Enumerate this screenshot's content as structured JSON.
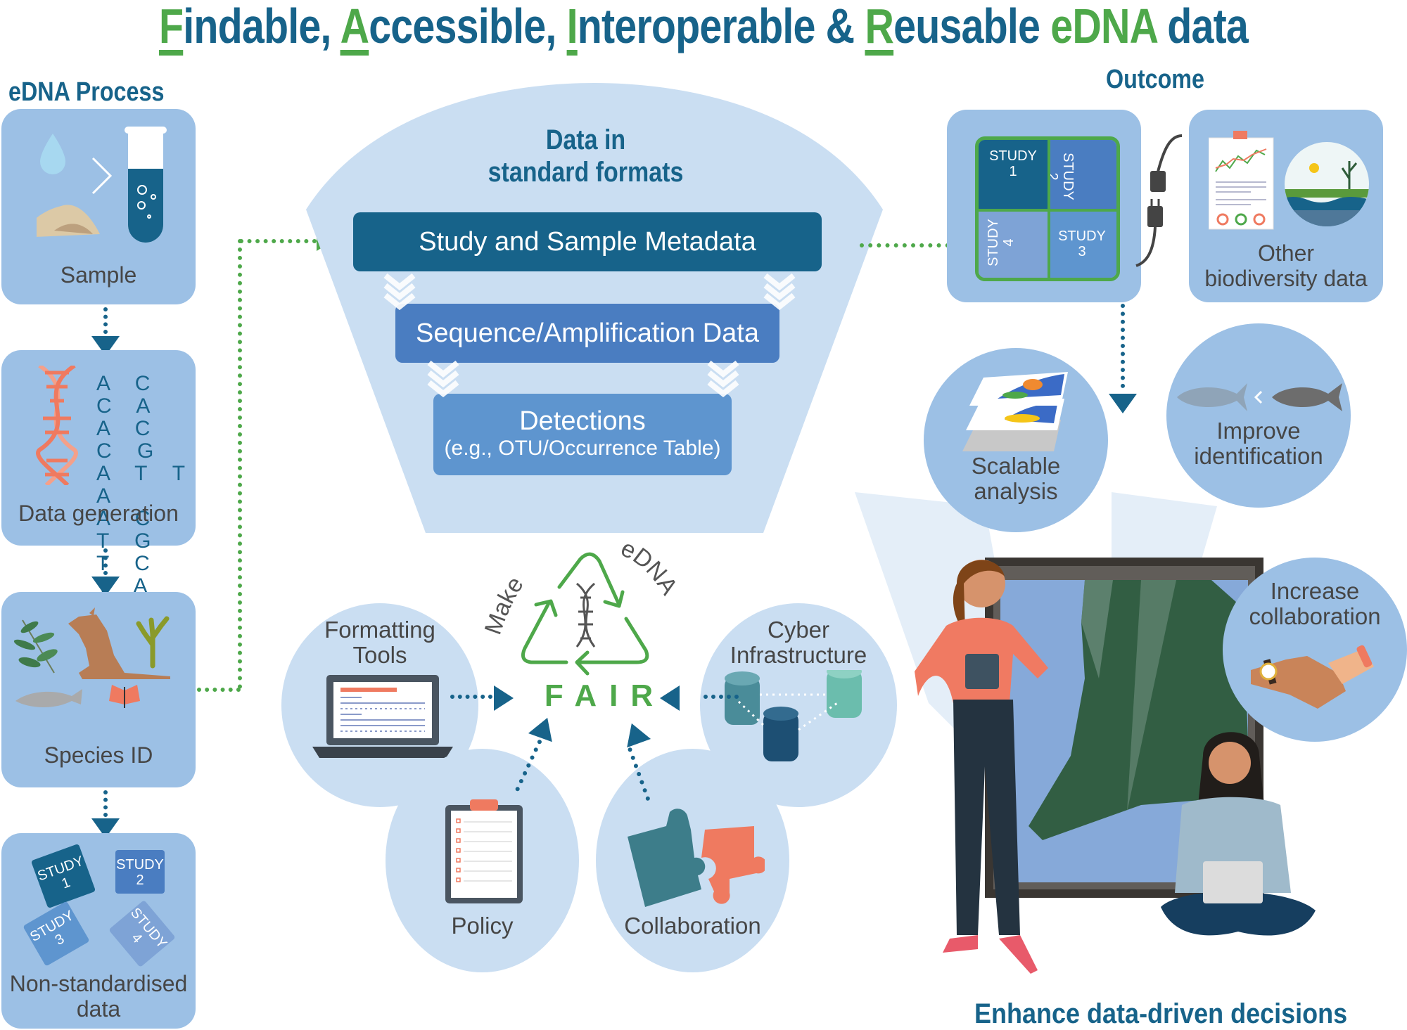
{
  "title": {
    "parts": [
      {
        "initial": "F",
        "rest": "indable, "
      },
      {
        "initial": "A",
        "rest": "ccessible, "
      },
      {
        "initial": "I",
        "rest": "nteroperable & "
      },
      {
        "initial": "R",
        "rest": "eusable "
      }
    ],
    "edna": "eDNA",
    "tail": " data"
  },
  "edna_process": {
    "heading": "eDNA Process",
    "steps": [
      {
        "label": "Sample",
        "icons": [
          "water-drop-icon",
          "soil-pile-icon",
          "test-tube-icon"
        ]
      },
      {
        "label": "Data generation",
        "sequence": [
          "A C C A",
          "A C C G",
          "A T T A",
          "A C T G",
          "T C T A"
        ]
      },
      {
        "label": "Species ID",
        "icons": [
          "leaf-branch-icon",
          "kangaroo-icon",
          "seaweed-icon",
          "fish-icon",
          "butterfly-icon"
        ]
      },
      {
        "label_line1": "Non-standardised",
        "label_line2": "data",
        "pieces": [
          {
            "word": "STUDY",
            "num": "1"
          },
          {
            "word": "STUDY",
            "num": "2"
          },
          {
            "word": "STUDY",
            "num": "3"
          },
          {
            "word": "STUDY",
            "num": "4"
          }
        ]
      }
    ]
  },
  "standard_formats": {
    "heading_line1": "Data in",
    "heading_line2": "standard formats",
    "layers": [
      {
        "label": "Study and Sample Metadata",
        "color": "#17638a"
      },
      {
        "label": "Sequence/Amplification Data",
        "color": "#4a7dc1"
      },
      {
        "label": "Detections",
        "sublabel": "(e.g., OTU/Occurrence Table)",
        "color": "#5e95cf"
      }
    ]
  },
  "fair_hub": {
    "arc_left": "Make",
    "arc_right": "eDNA",
    "center": "FAIR",
    "enablers": [
      {
        "label_line1": "Formatting",
        "label_line2": "Tools",
        "icon": "laptop-icon"
      },
      {
        "label_line1": "Cyber",
        "label_line2": "Infrastructure",
        "icon": "database-icon"
      },
      {
        "label": "Policy",
        "icon": "clipboard-icon"
      },
      {
        "label": "Collaboration",
        "icon": "puzzle-icon"
      }
    ]
  },
  "outcome": {
    "heading": "Outcome",
    "joined_pieces": [
      {
        "word": "STUDY",
        "num": "1"
      },
      {
        "word": "STUDY",
        "num": "2"
      },
      {
        "word": "STUDY",
        "num": "3"
      },
      {
        "word": "STUDY",
        "num": "4"
      }
    ],
    "other_data_line1": "Other",
    "other_data_line2": "biodiversity data",
    "benefits": [
      {
        "label_line1": "Scalable",
        "label_line2": "analysis",
        "icon": "layered-map-icon"
      },
      {
        "label_line1": "Improve",
        "label_line2": "identification",
        "icon": "tuna-fish-icon"
      },
      {
        "label_line1": "Increase",
        "label_line2": "collaboration",
        "icon": "handshake-icon"
      }
    ],
    "footer": "Enhance data-driven decisions"
  },
  "colors": {
    "primary": "#17638a",
    "green": "#4ea84a",
    "card": "#9cc0e5",
    "bubble_light": "#cadef2",
    "text": "#464646"
  }
}
